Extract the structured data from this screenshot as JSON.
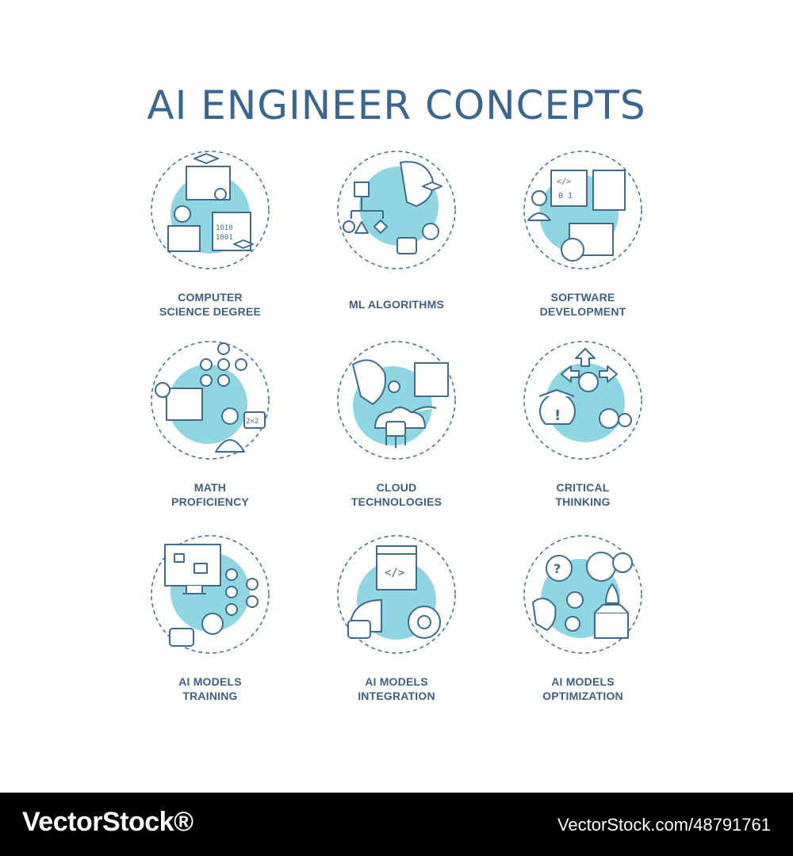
{
  "title": "AI ENGINEER CONCEPTS",
  "colors": {
    "title": "#3b6690",
    "stroke": "#3f6b8f",
    "fill": "#8fd6e2",
    "label": "#3e5f80"
  },
  "concepts": [
    {
      "line1": "COMPUTER",
      "line2": "SCIENCE DEGREE",
      "icon": "graduate-laptop-icon"
    },
    {
      "line1": "ML ALGORITHMS",
      "line2": "",
      "icon": "ml-algorithm-icon"
    },
    {
      "line1": "SOFTWARE",
      "line2": "DEVELOPMENT",
      "icon": "code-window-gear-icon"
    },
    {
      "line1": "MATH",
      "line2": "PROFICIENCY",
      "icon": "neural-net-math-icon"
    },
    {
      "line1": "CLOUD",
      "line2": "TECHNOLOGIES",
      "icon": "cloud-robot-icon"
    },
    {
      "line1": "CRITICAL",
      "line2": "THINKING",
      "icon": "arrows-gear-warning-icon"
    },
    {
      "line1": "AI MODELS",
      "line2": "TRAINING",
      "icon": "monitor-flowchart-robot-icon"
    },
    {
      "line1": "AI MODELS",
      "line2": "INTEGRATION",
      "icon": "code-robot-gear-icon"
    },
    {
      "line1": "AI MODELS",
      "line2": "OPTIMIZATION",
      "icon": "gears-rocket-box-icon"
    }
  ],
  "footer": {
    "brand": "VectorStock®",
    "id": "VectorStock.com/48791761"
  }
}
